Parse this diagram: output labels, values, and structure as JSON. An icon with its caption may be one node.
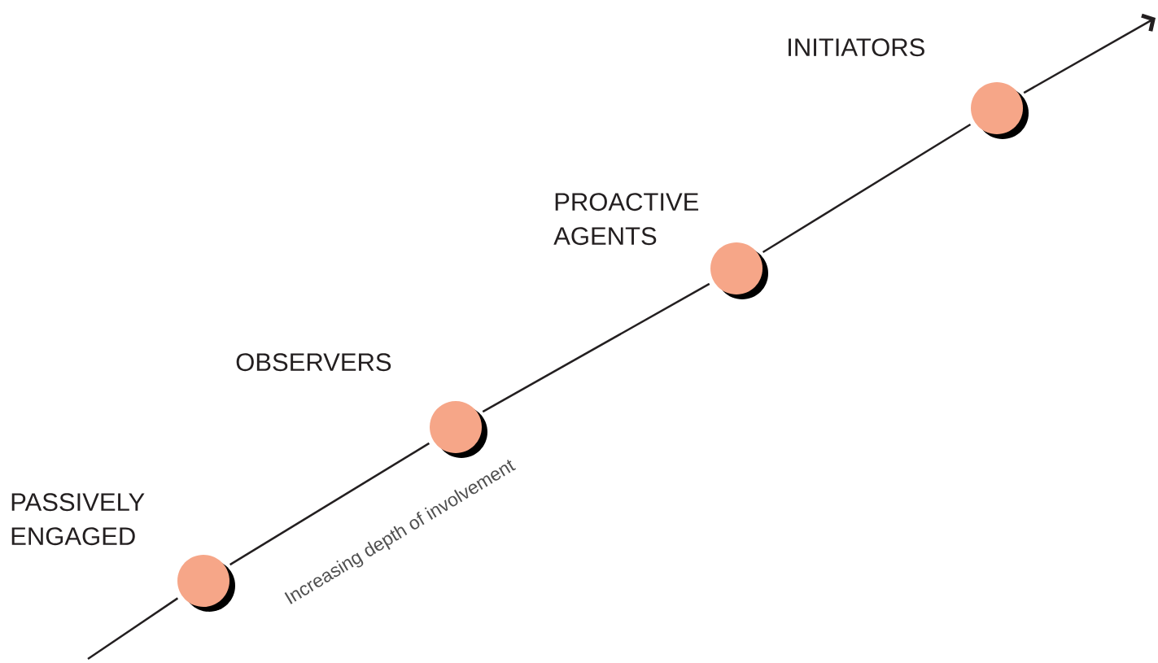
{
  "diagram": {
    "nodes": [
      {
        "text": [],
        "shape": "circle",
        "beside": [
          "PASSIVELY ENGAGED"
        ]
      },
      {
        "text": [],
        "shape": "circle",
        "beside": [
          "OBSERVERS"
        ]
      },
      {
        "text": [],
        "shape": "circle",
        "beside": [
          "PROACTIVE AGENTS"
        ]
      },
      {
        "text": [],
        "shape": "circle",
        "beside": [
          "INITIATORS"
        ]
      }
    ],
    "edges": [
      {
        "from": null,
        "to": 0,
        "arrow": "none"
      },
      {
        "from": 0,
        "to": 1,
        "arrow": "none"
      },
      {
        "from": 1,
        "to": 2,
        "arrow": "none"
      },
      {
        "from": 2,
        "to": 3,
        "arrow": "none"
      },
      {
        "from": 3,
        "to": null,
        "arrow": "to"
      }
    ],
    "labels": [
      "Increasing depth of involvement"
    ]
  }
}
